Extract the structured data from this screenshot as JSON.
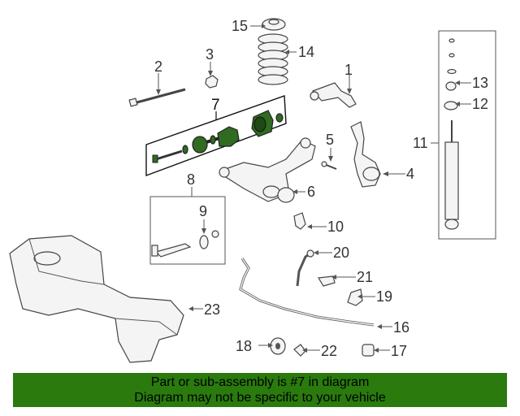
{
  "callouts": {
    "c1": "1",
    "c2": "2",
    "c3": "3",
    "c4": "4",
    "c5": "5",
    "c6": "6",
    "c7": "7",
    "c8": "8",
    "c9": "9",
    "c10": "10",
    "c11": "11",
    "c12": "12",
    "c13": "13",
    "c14": "14",
    "c15": "15",
    "c16": "16",
    "c17": "17",
    "c18": "18",
    "c19": "19",
    "c20": "20",
    "c21": "21",
    "c22": "22",
    "c23": "23"
  },
  "banner": {
    "line1": "Part or sub-assembly is #7 in diagram",
    "line2": "Diagram may not be specific to your vehicle"
  },
  "colors": {
    "banner_bg": "#2a7a0e",
    "highlight_part": "#2f6b20"
  }
}
